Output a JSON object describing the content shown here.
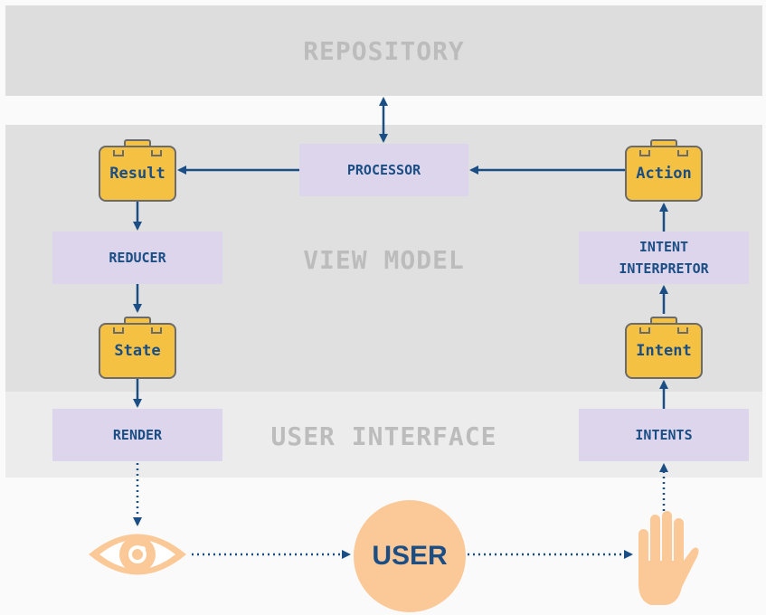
{
  "layers": {
    "repository": "REPOSITORY",
    "view_model": "VIEW MODEL",
    "user_interface": "USER INTERFACE"
  },
  "nodes": {
    "processor": "PROCESSOR",
    "reducer": "REDUCER",
    "intent_interpretor_line1": "INTENT",
    "intent_interpretor_line2": "INTERPRETOR",
    "render": "RENDER",
    "intents": "INTENTS"
  },
  "cases": {
    "result": "Result",
    "state": "State",
    "action": "Action",
    "intent": "Intent"
  },
  "user": "USER",
  "icons": {
    "eye": "eye-icon",
    "hand": "hand-icon",
    "briefcase": "briefcase-icon"
  },
  "colors": {
    "text": "#1a4e85",
    "arrow": "#1a4e85",
    "box": "#ddd5ec",
    "case": "#f5c142",
    "user": "#fbc898"
  }
}
